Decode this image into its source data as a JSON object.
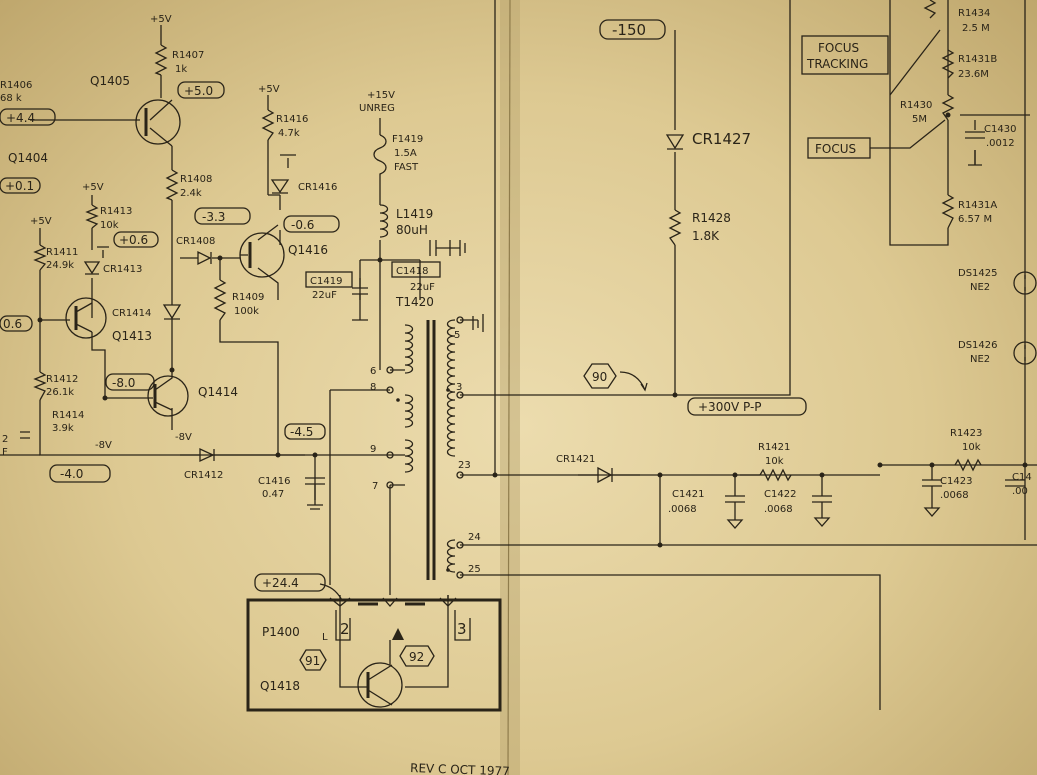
{
  "supplies": {
    "q1405_top": "+5V",
    "q1416_top": "+5V",
    "r1413_top": "+5V",
    "r1411_top": "+5V",
    "unreg_line1": "+15V",
    "unreg_line2": "UNREG",
    "q1413_bottom": "-8V",
    "q1414_bottom": "-8V"
  },
  "voltage_tags": {
    "plus_5_0": "+5.0",
    "plus_4_4": "+4.4",
    "plus_0_1": "+0.1",
    "plus_0_6": "+0.6",
    "minus_3_3": "-3.3",
    "minus_0_6": "-0.6",
    "left_0_6": "0.6",
    "minus_8_0": "-8.0",
    "minus_4_5": "-4.5",
    "minus_4_0": "-4.0",
    "plus_24_4": "+24.4",
    "minus_150": "-150",
    "plus_300": "+300V P-P"
  },
  "components": {
    "r1406": {
      "ref": "R1406",
      "value": "68 k"
    },
    "r1407": {
      "ref": "R1407",
      "value": "1k"
    },
    "q1405": {
      "ref": "Q1405"
    },
    "q1404": {
      "ref": "Q1404"
    },
    "r1408": {
      "ref": "R1408",
      "value": "2.4k"
    },
    "r1413": {
      "ref": "R1413",
      "value": "10k"
    },
    "r1411": {
      "ref": "R1411",
      "value": "24.9k"
    },
    "cr1413": {
      "ref": "CR1413"
    },
    "cr1414": {
      "ref": "CR1414"
    },
    "q1413": {
      "ref": "Q1413"
    },
    "r1412": {
      "ref": "R1412",
      "value": "26.1k"
    },
    "r1414": {
      "ref": "R1414",
      "value": "3.9k"
    },
    "q1414": {
      "ref": "Q1414"
    },
    "r1416": {
      "ref": "R1416",
      "value": "4.7k"
    },
    "cr1416": {
      "ref": "CR1416"
    },
    "cr1408": {
      "ref": "CR1408"
    },
    "q1416": {
      "ref": "Q1416"
    },
    "r1409": {
      "ref": "R1409",
      "value": "100k"
    },
    "cr1412": {
      "ref": "CR1412"
    },
    "c1416": {
      "ref": "C1416",
      "value": "0.47"
    },
    "f1419": {
      "ref": "F1419",
      "value": "1.5A",
      "note": "FAST"
    },
    "l1419": {
      "ref": "L1419",
      "value": "80uH"
    },
    "c1419": {
      "ref": "C1419",
      "value": "22uF"
    },
    "c1418": {
      "ref": "C1418",
      "value": "22uF"
    },
    "t1420": {
      "ref": "T1420"
    },
    "cr1427": {
      "ref": "CR1427"
    },
    "r1428": {
      "ref": "R1428",
      "value": "1.8K"
    },
    "cr1421": {
      "ref": "CR1421"
    },
    "r1421": {
      "ref": "R1421",
      "value": "10k"
    },
    "c1421": {
      "ref": "C1421",
      "value": ".0068"
    },
    "c1422": {
      "ref": "C1422",
      "value": ".0068"
    },
    "r1434": {
      "ref": "R1434",
      "value": "2.5 M"
    },
    "r1431b": {
      "ref": "R1431B",
      "value": "23.6M"
    },
    "r1430": {
      "ref": "R1430",
      "value": "5M"
    },
    "c1430": {
      "ref": "C1430",
      "value": ".0012"
    },
    "r1431a": {
      "ref": "R1431A",
      "value": "6.57 M"
    },
    "ds1425": {
      "ref": "DS1425",
      "value": "NE2"
    },
    "ds1426": {
      "ref": "DS1426",
      "value": "NE2"
    },
    "r1423": {
      "ref": "R1423",
      "value": "10k"
    },
    "c1423": {
      "ref": "C1423",
      "value": ".0068"
    },
    "c14xx": {
      "ref": "C14",
      "value": ".00"
    },
    "p1400": {
      "ref": "P1400"
    },
    "q1418": {
      "ref": "Q1418"
    }
  },
  "pins": {
    "p6": "6",
    "p8": "8",
    "p9": "9",
    "p7": "7",
    "p5": "5",
    "p3": "3",
    "p23": "23",
    "p24": "24",
    "p25": "25",
    "conn_2": "2",
    "conn_3": "3",
    "conn_l": "L"
  },
  "callouts": {
    "focus_tracking_1": "FOCUS",
    "focus_tracking_2": "TRACKING",
    "focus": "FOCUS",
    "hex_90": "90",
    "hex_91": "91",
    "hex_92": "92"
  },
  "partials": {
    "left_2": "2",
    "left_f": "F"
  },
  "footer": {
    "revision": "REV C  OCT 1977"
  }
}
